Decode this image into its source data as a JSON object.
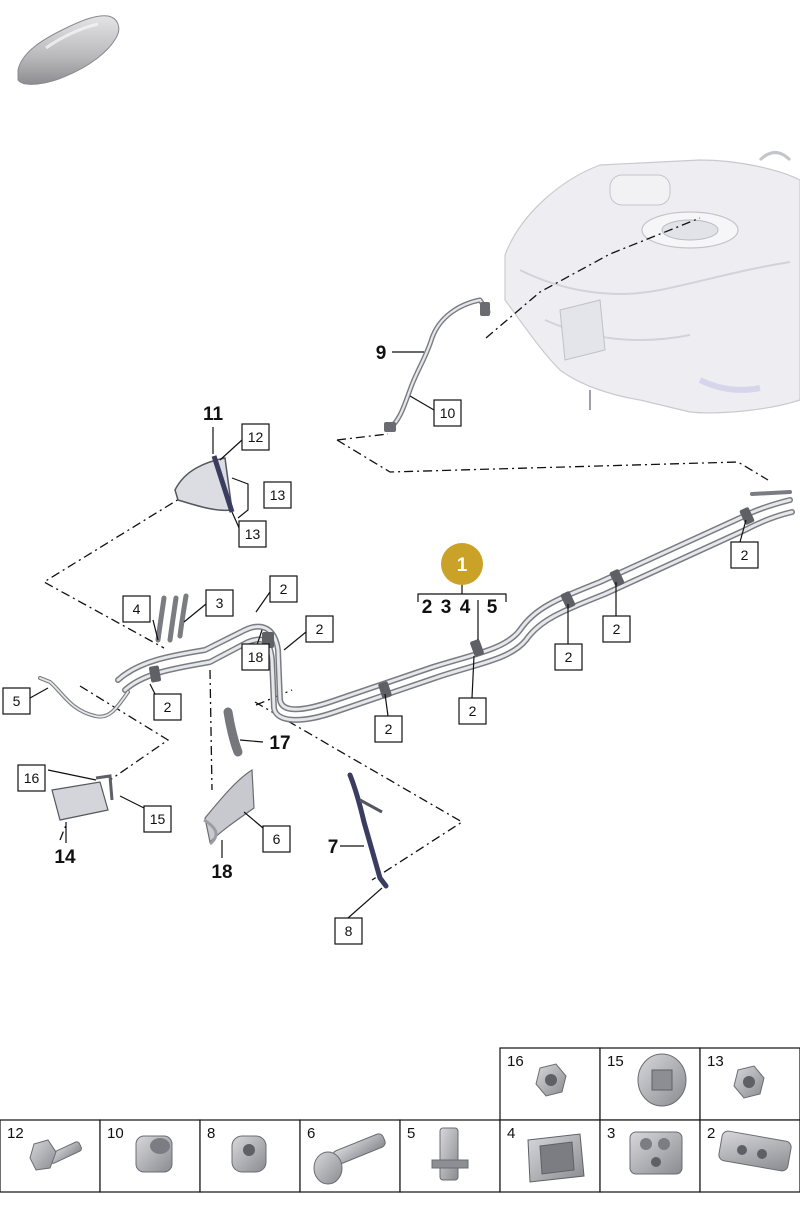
{
  "callouts": {
    "n1": "1",
    "n2": "2",
    "n3": "3",
    "n4": "4",
    "n5": "5",
    "n6": "6",
    "n7": "7",
    "n8": "8",
    "n9": "9",
    "n10": "10",
    "n11": "11",
    "n12": "12",
    "n13": "13",
    "n14": "14",
    "n15": "15",
    "n16": "16",
    "n17": "17",
    "n18": "18"
  },
  "colors": {
    "badge_fill": "#c9a227",
    "pipe_dark": "#7a7c82",
    "pipe_light": "#e6e7ea",
    "tank_fill": "#eeeef2",
    "line": "#111111"
  },
  "parts_grid": {
    "top_row": [
      "16",
      "15",
      "13"
    ],
    "bottom_row": [
      "12",
      "10",
      "8",
      "6",
      "5",
      "4",
      "3",
      "2"
    ]
  },
  "icons": [
    "car-silhouette-icon",
    "fuel-tank-icon"
  ]
}
